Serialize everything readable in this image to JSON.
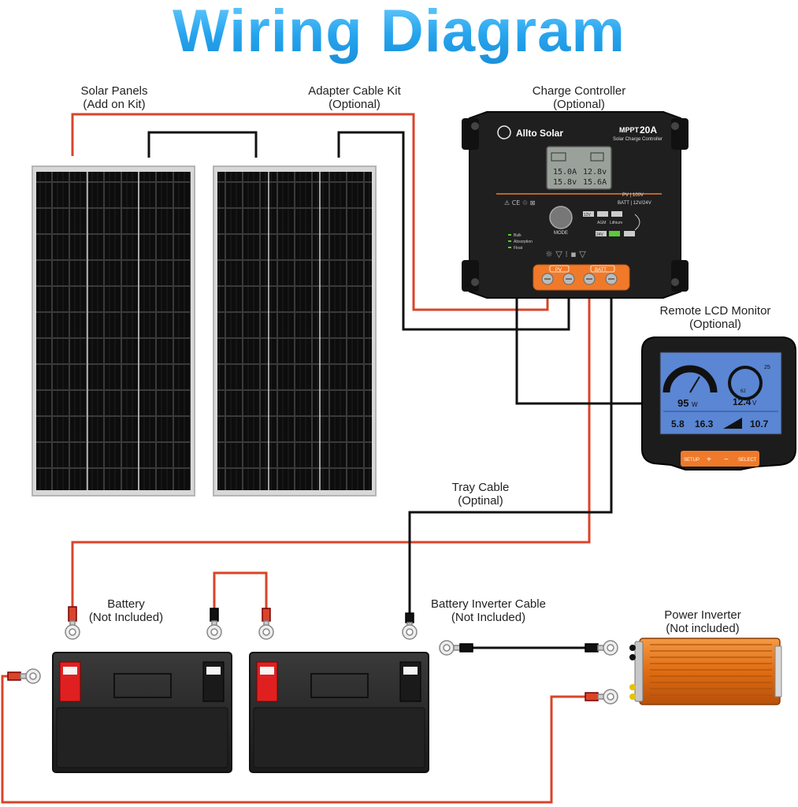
{
  "title": "Wiring Diagram",
  "labels": {
    "solar_panels": [
      "Solar Panels",
      "(Add on Kit)"
    ],
    "adapter_cable": [
      "Adapter Cable Kit",
      "(Optional)"
    ],
    "charge_controller": [
      "Charge Controller",
      "(Optional)"
    ],
    "remote_monitor": [
      "Remote LCD Monitor",
      "(Optional)"
    ],
    "tray_cable": [
      "Tray Cable",
      "(Optinal)"
    ],
    "battery": [
      "Battery",
      "(Not Included)"
    ],
    "battery_inverter_cable": [
      "Battery Inverter Cable",
      "(Not Included)"
    ],
    "power_inverter": [
      "Power Inverter",
      "(Not included)"
    ]
  },
  "controller": {
    "brand": "Allto Solar",
    "model": "MPPT",
    "rating": "20A",
    "subtitle": "Solar Charge Controller",
    "lcd": {
      "a1": "15.0A",
      "v1": "12.8v",
      "v2": "15.8v",
      "a2": "15.6A"
    },
    "spec_pv": "PV | 100V",
    "spec_batt": "BATT | 12V/24V",
    "mode_label": "MODE",
    "status": [
      "Bulk",
      "Absorption",
      "Float"
    ],
    "terminal_pv": "PV",
    "terminal_batt": "BATT",
    "battery_types": {
      "v12": "12V",
      "v24": "24V",
      "agm": "AGM",
      "lithium": "Lithium"
    }
  },
  "monitor": {
    "solar_value": "95",
    "solar_unit": "W",
    "battery_voltage": "12.4",
    "battery_unit": "V",
    "battery_percent": "62",
    "temp": "25",
    "pv_voltage": "5.8",
    "pv_current": "16.3",
    "load_value": "10.7",
    "buttons": [
      "SETUP",
      "+",
      "−",
      "SELECT"
    ]
  },
  "colors": {
    "title": "#26a4ee",
    "red_wire": "#d9442a",
    "black_wire": "#111111",
    "controller_orange": "#f07a2a",
    "lcd_blue": "#5a86d4",
    "inverter_orange": "#e8731a"
  }
}
